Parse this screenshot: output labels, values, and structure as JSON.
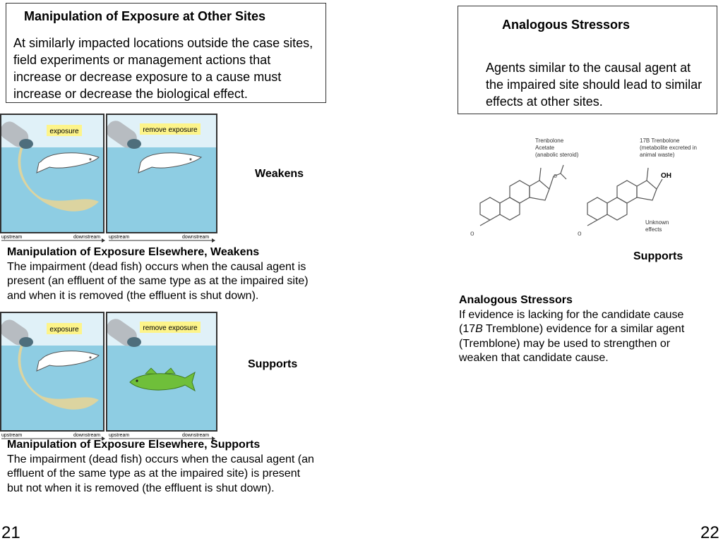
{
  "left": {
    "box": {
      "title": "Manipulation of Exposure at Other Sites",
      "body": "At similarly impacted locations outside the case sites, field experiments or management actions that increase or decrease exposure to a cause must increase or decrease the biological effect."
    },
    "figure_top": {
      "panel_left_label": "exposure",
      "panel_right_label": "remove exposure",
      "axis_upstream": "upstream",
      "axis_downstream": "downstream"
    },
    "verdict_top": "Weakens",
    "caption_top": {
      "title": "Manipulation of Exposure Elsewhere, Weakens",
      "text": "The impairment (dead fish) occurs when the causal agent is present (an effluent of the same type as at the impaired site) and when it is removed (the effluent is shut down)."
    },
    "figure_bottom": {
      "panel_left_label": "exposure",
      "panel_right_label": "remove exposure",
      "axis_upstream": "upstream",
      "axis_downstream": "downstream"
    },
    "verdict_bottom": "Supports",
    "caption_bottom": {
      "title": "Manipulation of Exposure Elsewhere, Supports",
      "text": "The impairment (dead fish) occurs when the causal agent (an effluent of the same type as at the impaired site) is present but not when it is removed (the effluent is shut down)."
    },
    "page_number": "21"
  },
  "right": {
    "box": {
      "title": "Analogous Stressors",
      "body": "Agents similar to the causal agent at the impaired site should lead to similar effects at other sites."
    },
    "molecules": {
      "mol1_line1": "Trenbolone",
      "mol1_line2": "Acetate",
      "mol1_line3": "(anabolic steroid)",
      "mol2_line1": "17B Trenbolone",
      "mol2_line2": "(metabolite excreted in",
      "mol2_line3": "animal waste)",
      "oh_label": "OH",
      "unknown_line1": "Unknown",
      "unknown_line2": "effects"
    },
    "verdict": "Supports",
    "caption": {
      "title": "Analogous Stressors",
      "text_before": "If evidence is lacking for the candidate cause (17",
      "text_italic": "B",
      "text_after": " Tremblone) evidence for a similar agent (Tremblone) may be used to strengthen or weaken that candidate cause."
    },
    "page_number": "22"
  },
  "colors": {
    "sky": "#e0f1f8",
    "water": "#8ecde3",
    "label_bg": "#fdf48a",
    "effluent": "#f5d68a",
    "dead_fish": "#ffffff",
    "live_fish": "#6fbf3a"
  }
}
